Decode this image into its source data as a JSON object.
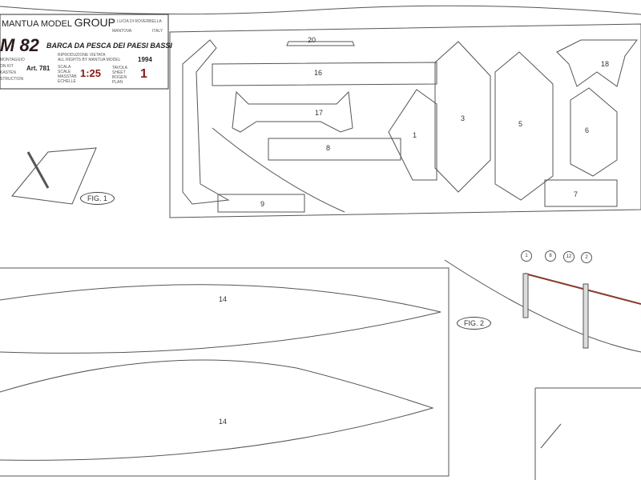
{
  "title_block": {
    "company": "MANTUA MODEL",
    "company_group": "GROUP",
    "location": "S. LUCIA DI ROVERBELLA",
    "city": "MANTOVA",
    "country": "ITALY",
    "model_code": "M 82",
    "model_name": "BARCA DA PESCA DEI PAESI BASSI",
    "kit_labels": [
      "MONTAGGIO",
      "ON KIT",
      "KASTEN",
      "STRUCTION"
    ],
    "article": "Art. 781",
    "copyright": [
      "RIPRODUZIONE VIETATA",
      "ALL RIGHTS BY MANTUA MODEL"
    ],
    "scale_labels": [
      "SCALA",
      "SCALE",
      "MASSTAB",
      "ECHELLE"
    ],
    "scale": "1:25",
    "year": "1994",
    "sheet_labels": [
      "TAVOLA",
      "SHEET",
      "BOGEN",
      "PLAN"
    ],
    "sheet": "1"
  },
  "parts": {
    "p20": "20",
    "p16": "16",
    "p17": "17",
    "p8": "8",
    "p9": "9",
    "p1": "1",
    "p3": "3",
    "p5": "5",
    "p6": "6",
    "p18": "18",
    "p7": "7",
    "p14a": "14",
    "p14b": "14"
  },
  "figures": {
    "fig1": "FIG. 1",
    "fig2": "FIG. 2"
  },
  "callouts": [
    "1",
    "8",
    "12",
    "2"
  ]
}
